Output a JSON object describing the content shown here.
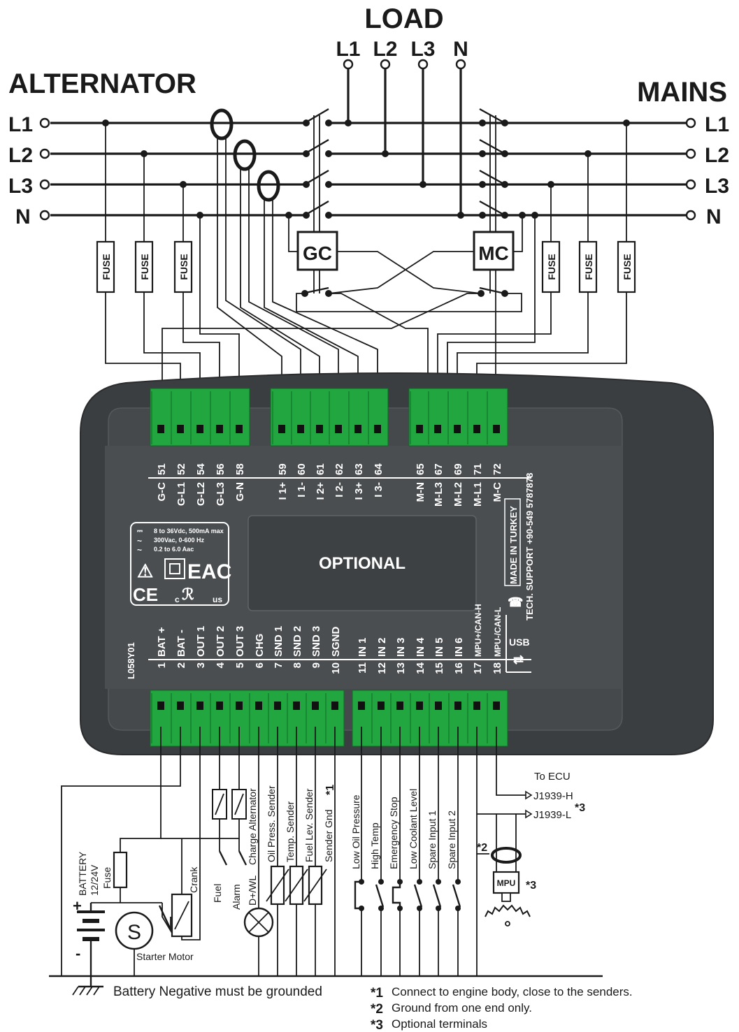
{
  "titles": {
    "load": "LOAD",
    "alternator": "ALTERNATOR",
    "mains": "MAINS",
    "optional": "OPTIONAL"
  },
  "load_phases": [
    "L1",
    "L2",
    "L3",
    "N"
  ],
  "alt_phases": [
    "L1",
    "L2",
    "L3",
    "N"
  ],
  "mains_phases": [
    "L1",
    "L2",
    "L3",
    "N"
  ],
  "fuse_label": "FUSE",
  "contactors": {
    "gc": "GC",
    "mc": "MC"
  },
  "top_terminals": [
    {
      "num": "51",
      "name": "G-C"
    },
    {
      "num": "52",
      "name": "G-L1"
    },
    {
      "num": "54",
      "name": "G-L2"
    },
    {
      "num": "56",
      "name": "G-L3"
    },
    {
      "num": "58",
      "name": "G-N"
    },
    {
      "num": "59",
      "name": "I 1+"
    },
    {
      "num": "60",
      "name": "I 1-"
    },
    {
      "num": "61",
      "name": "I 2+"
    },
    {
      "num": "62",
      "name": "I 2-"
    },
    {
      "num": "63",
      "name": "I 3+"
    },
    {
      "num": "64",
      "name": "I 3-"
    },
    {
      "num": "65",
      "name": "M-N"
    },
    {
      "num": "67",
      "name": "M-L3"
    },
    {
      "num": "69",
      "name": "M-L2"
    },
    {
      "num": "71",
      "name": "M-L1"
    },
    {
      "num": "72",
      "name": "M-C"
    }
  ],
  "bottom_terminals": [
    {
      "num": "1",
      "name": "BAT +"
    },
    {
      "num": "2",
      "name": "BAT -"
    },
    {
      "num": "3",
      "name": "OUT 1"
    },
    {
      "num": "4",
      "name": "OUT 2"
    },
    {
      "num": "5",
      "name": "OUT 3"
    },
    {
      "num": "6",
      "name": "CHG"
    },
    {
      "num": "7",
      "name": "SND 1"
    },
    {
      "num": "8",
      "name": "SND 2"
    },
    {
      "num": "9",
      "name": "SND 3"
    },
    {
      "num": "10",
      "name": "SGND"
    },
    {
      "num": "11",
      "name": "IN 1"
    },
    {
      "num": "12",
      "name": "IN 2"
    },
    {
      "num": "13",
      "name": "IN 3"
    },
    {
      "num": "14",
      "name": "IN 4"
    },
    {
      "num": "15",
      "name": "IN 5"
    },
    {
      "num": "16",
      "name": "IN 6"
    },
    {
      "num": "17",
      "name": "MPU+/CAN-H"
    },
    {
      "num": "18",
      "name": "MPU-/CAN-L"
    }
  ],
  "device": {
    "model": "L058Y01",
    "usb": "USB",
    "made_in": "MADE IN TURKEY",
    "support": "TECH. SUPPORT +90-549 5787878",
    "ratings": [
      "8 to 36Vdc, 500mA max",
      "300Vac, 0-600 Hz",
      "0.2 to 6.0 Aac"
    ],
    "eac": "EAC",
    "ce": "CE",
    "ul_c": "c",
    "ul_us": "us"
  },
  "bottom_labels": {
    "to_ecu": "To ECU",
    "j1939h": "J1939-H",
    "j1939l": "J1939-L",
    "note3_mark": "*3",
    "note2_mark": "*2",
    "mpu": "MPU",
    "mpu_mark": "*3",
    "battery": "BATTERY",
    "battery_v": "12/24V",
    "fuse": "Fuse",
    "crank": "Crank",
    "fuel": "Fuel",
    "alarm": "Alarm",
    "charge_alt": "Charge Alternator",
    "dwl": "D+/WL",
    "oil_sender": "Oil Press. Sender",
    "temp_sender": "Temp. Sender",
    "fuel_sender": "Fuel Lev. Sender",
    "sender_gnd": "Sender Gnd",
    "sender_mark": "*1",
    "low_oil": "Low Oil Pressure",
    "high_temp": "High Temp",
    "estop": "Emergency Stop",
    "low_coolant": "Low Coolant Level",
    "spare1": "Spare Input 1",
    "spare2": "Spare Input 2",
    "starter": "Starter Motor",
    "s": "S",
    "plus": "+",
    "minus": "-",
    "ground_note": "Battery Negative must be grounded"
  },
  "notes": [
    {
      "mark": "*1",
      "text": "Connect to engine body, close to the senders."
    },
    {
      "mark": "*2",
      "text": "Ground from one end only."
    },
    {
      "mark": "*3",
      "text": "Optional terminals"
    }
  ]
}
